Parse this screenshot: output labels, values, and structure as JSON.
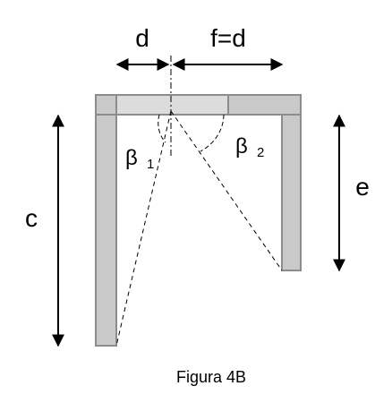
{
  "labels": {
    "d": "d",
    "f": "f=d",
    "c": "c",
    "e": "e",
    "beta1_symbol": "β",
    "beta1_sub": "1",
    "beta2_symbol": "β",
    "beta2_sub": "2"
  },
  "caption": "Figura 4B",
  "colors": {
    "panel_fill": "#c9c9c9",
    "panel_stroke": "#8c8c8c",
    "top_light_fill": "#dcdcdc",
    "line": "#000000"
  }
}
